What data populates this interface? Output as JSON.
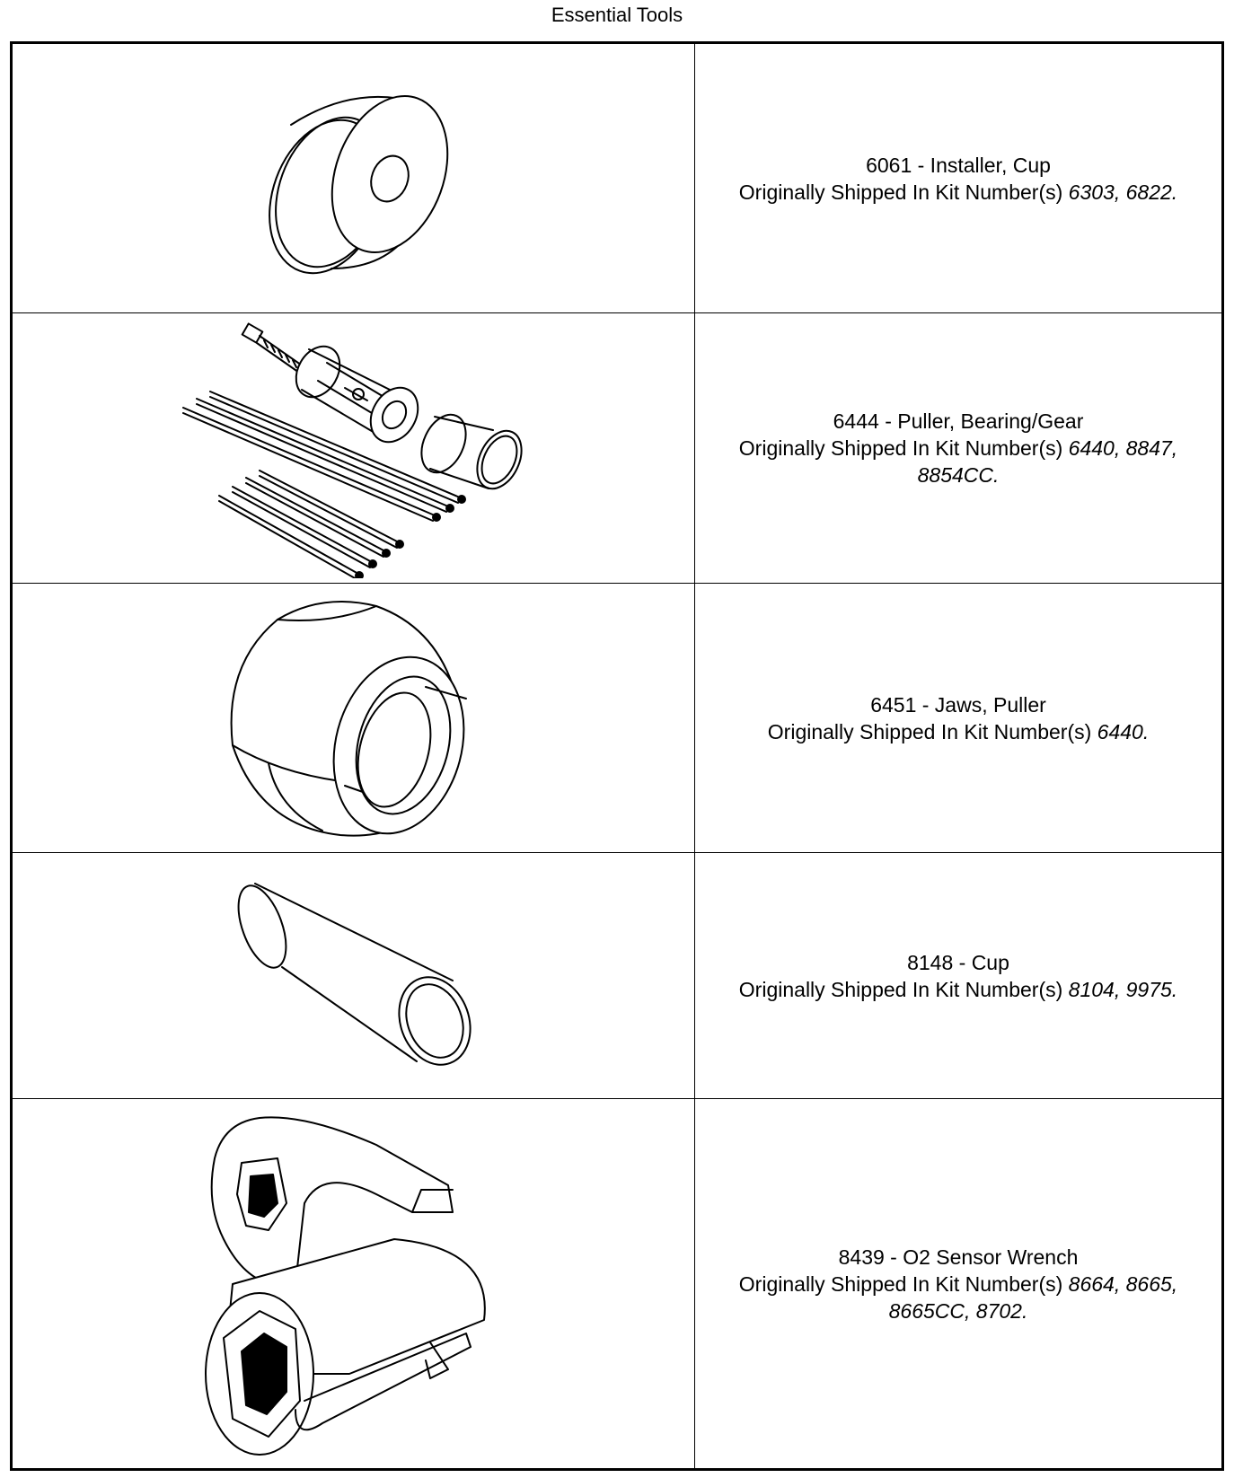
{
  "title": "Essential Tools",
  "tools": [
    {
      "name": "6061 - Installer, Cup",
      "shipped_prefix": "Originally Shipped In Kit Number(s)",
      "kits_line1": "6303, 6822.",
      "kits_line2": "",
      "icon": "cup-installer-icon"
    },
    {
      "name": "6444 - Puller, Bearing/Gear",
      "shipped_prefix": "Originally Shipped In Kit Number(s)",
      "kits_line1": "6440, 8847,",
      "kits_line2": "8854CC.",
      "icon": "bearing-gear-puller-icon"
    },
    {
      "name": "6451 - Jaws, Puller",
      "shipped_prefix": "Originally Shipped In Kit Number(s)",
      "kits_line1": "6440.",
      "kits_line2": "",
      "icon": "puller-jaws-icon"
    },
    {
      "name": "8148 - Cup",
      "shipped_prefix": "Originally Shipped In Kit Number(s)",
      "kits_line1": "8104, 9975.",
      "kits_line2": "",
      "icon": "cup-icon"
    },
    {
      "name": "8439 - O2 Sensor Wrench",
      "shipped_prefix": "Originally Shipped In Kit Number(s)",
      "kits_line1": "8664, 8665,",
      "kits_line2": "8665CC, 8702.",
      "icon": "o2-sensor-wrench-icon"
    }
  ]
}
